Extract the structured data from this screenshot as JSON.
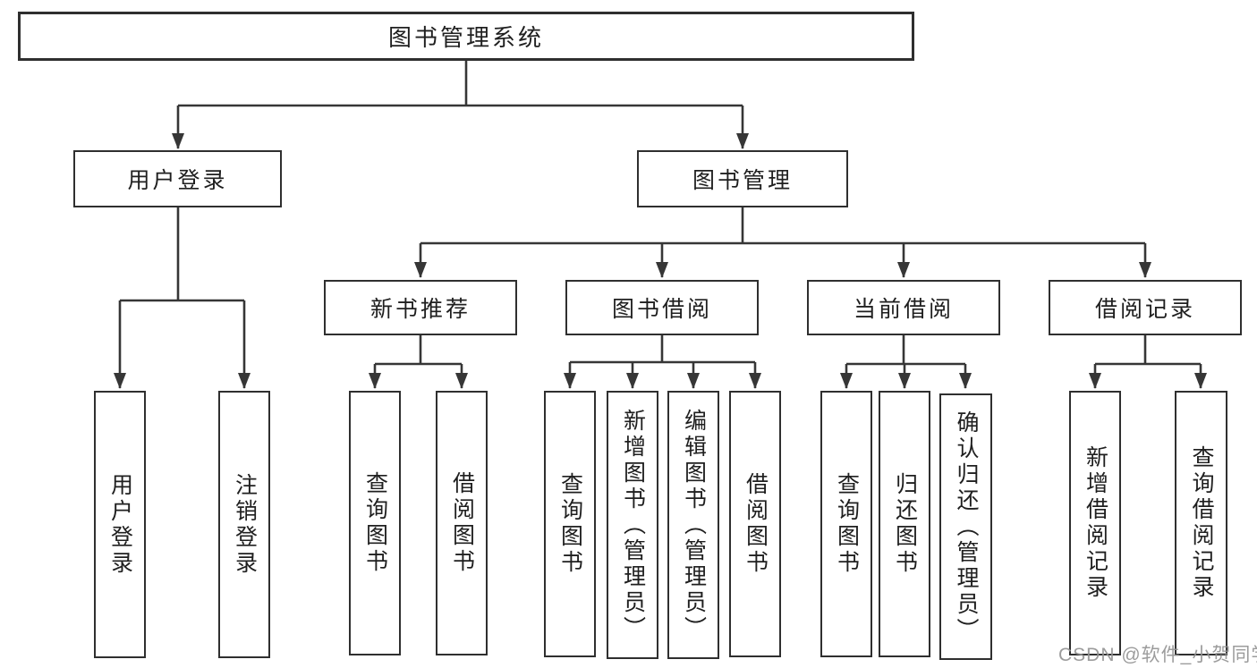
{
  "diagram": {
    "root": "图书管理系统",
    "user_login": {
      "label": "用户登录",
      "children": [
        "用户登录",
        "注销登录"
      ]
    },
    "book_management": {
      "label": "图书管理",
      "groups": [
        {
          "label": "新书推荐",
          "children": [
            "查询图书",
            "借阅图书"
          ]
        },
        {
          "label": "图书借阅",
          "children": [
            "查询图书",
            "新增图书（管理员）",
            "编辑图书（管理员）",
            "借阅图书"
          ]
        },
        {
          "label": "当前借阅",
          "children": [
            "查询图书",
            "归还图书",
            "确认归还（管理员）"
          ]
        },
        {
          "label": "借阅记录",
          "children": [
            "新增借阅记录",
            "查询借阅记录"
          ]
        }
      ]
    }
  },
  "watermark": "CSDN @软件_小贺同学",
  "colors": {
    "line": "#363636",
    "border": "#2f2f2f",
    "text": "#1f1f1f",
    "watermark": "#949494",
    "background": "#ffffff"
  }
}
